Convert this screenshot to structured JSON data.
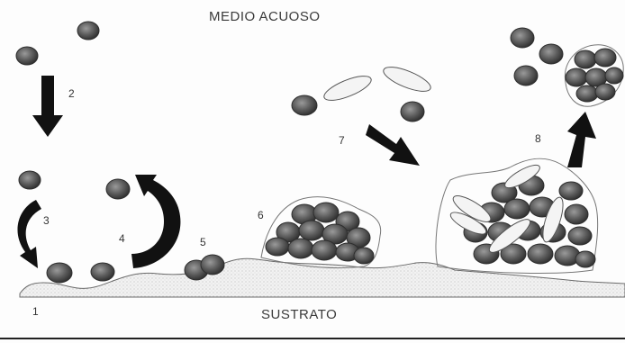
{
  "labels": {
    "medium": "MEDIO ACUOSO",
    "substrate": "SUSTRATO"
  },
  "steps": [
    "1",
    "2",
    "3",
    "4",
    "5",
    "6",
    "7",
    "8"
  ],
  "colors": {
    "cell": "#5a5a5a",
    "arrow": "#111111",
    "spore": "#f4f4f4"
  }
}
